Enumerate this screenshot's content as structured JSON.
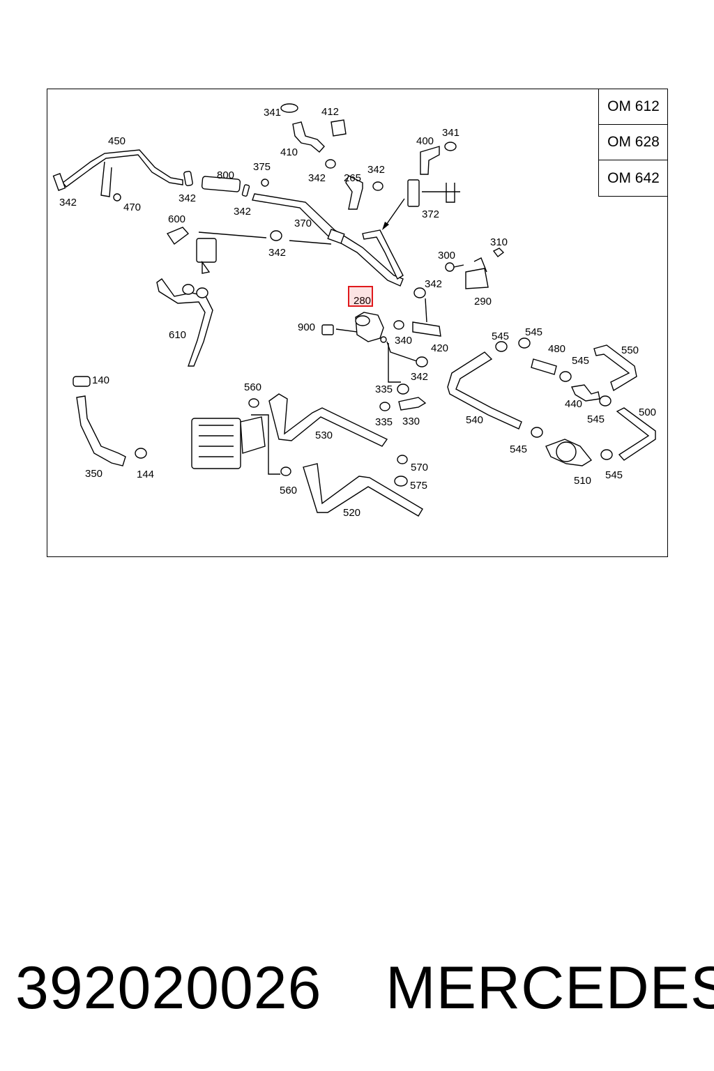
{
  "engines": [
    "OM 612",
    "OM 628",
    "OM 642"
  ],
  "highlight": {
    "part": "280",
    "color": "#e0191c"
  },
  "parts": {
    "p341a": "341",
    "p412": "412",
    "p410": "410",
    "p450": "450",
    "p375": "375",
    "p800": "800",
    "p342a": "342",
    "p342b": "342",
    "p342c": "342",
    "p470": "470",
    "p342d": "342",
    "p265": "265",
    "p342e": "342",
    "p400": "400",
    "p341b": "341",
    "p372": "372",
    "p370": "370",
    "p600": "600",
    "p342f": "342",
    "p300": "300",
    "p310": "310",
    "p342g": "342",
    "p290": "290",
    "p280": "280",
    "p900": "900",
    "p340": "340",
    "p420": "420",
    "p610": "610",
    "p545a": "545",
    "p545b": "545",
    "p480": "480",
    "p550": "550",
    "p545c": "545",
    "p342h": "342",
    "p140": "140",
    "p560a": "560",
    "p335a": "335",
    "p440": "440",
    "p545d": "545",
    "p500": "500",
    "p335b": "335",
    "p330": "330",
    "p540": "540",
    "p530": "530",
    "p545e": "545",
    "p570": "570",
    "p350": "350",
    "p144": "144",
    "p575": "575",
    "p510": "510",
    "p545f": "545",
    "p560b": "560",
    "p520": "520"
  },
  "footer": {
    "code": "392020026",
    "brand": "MERCEDES"
  }
}
